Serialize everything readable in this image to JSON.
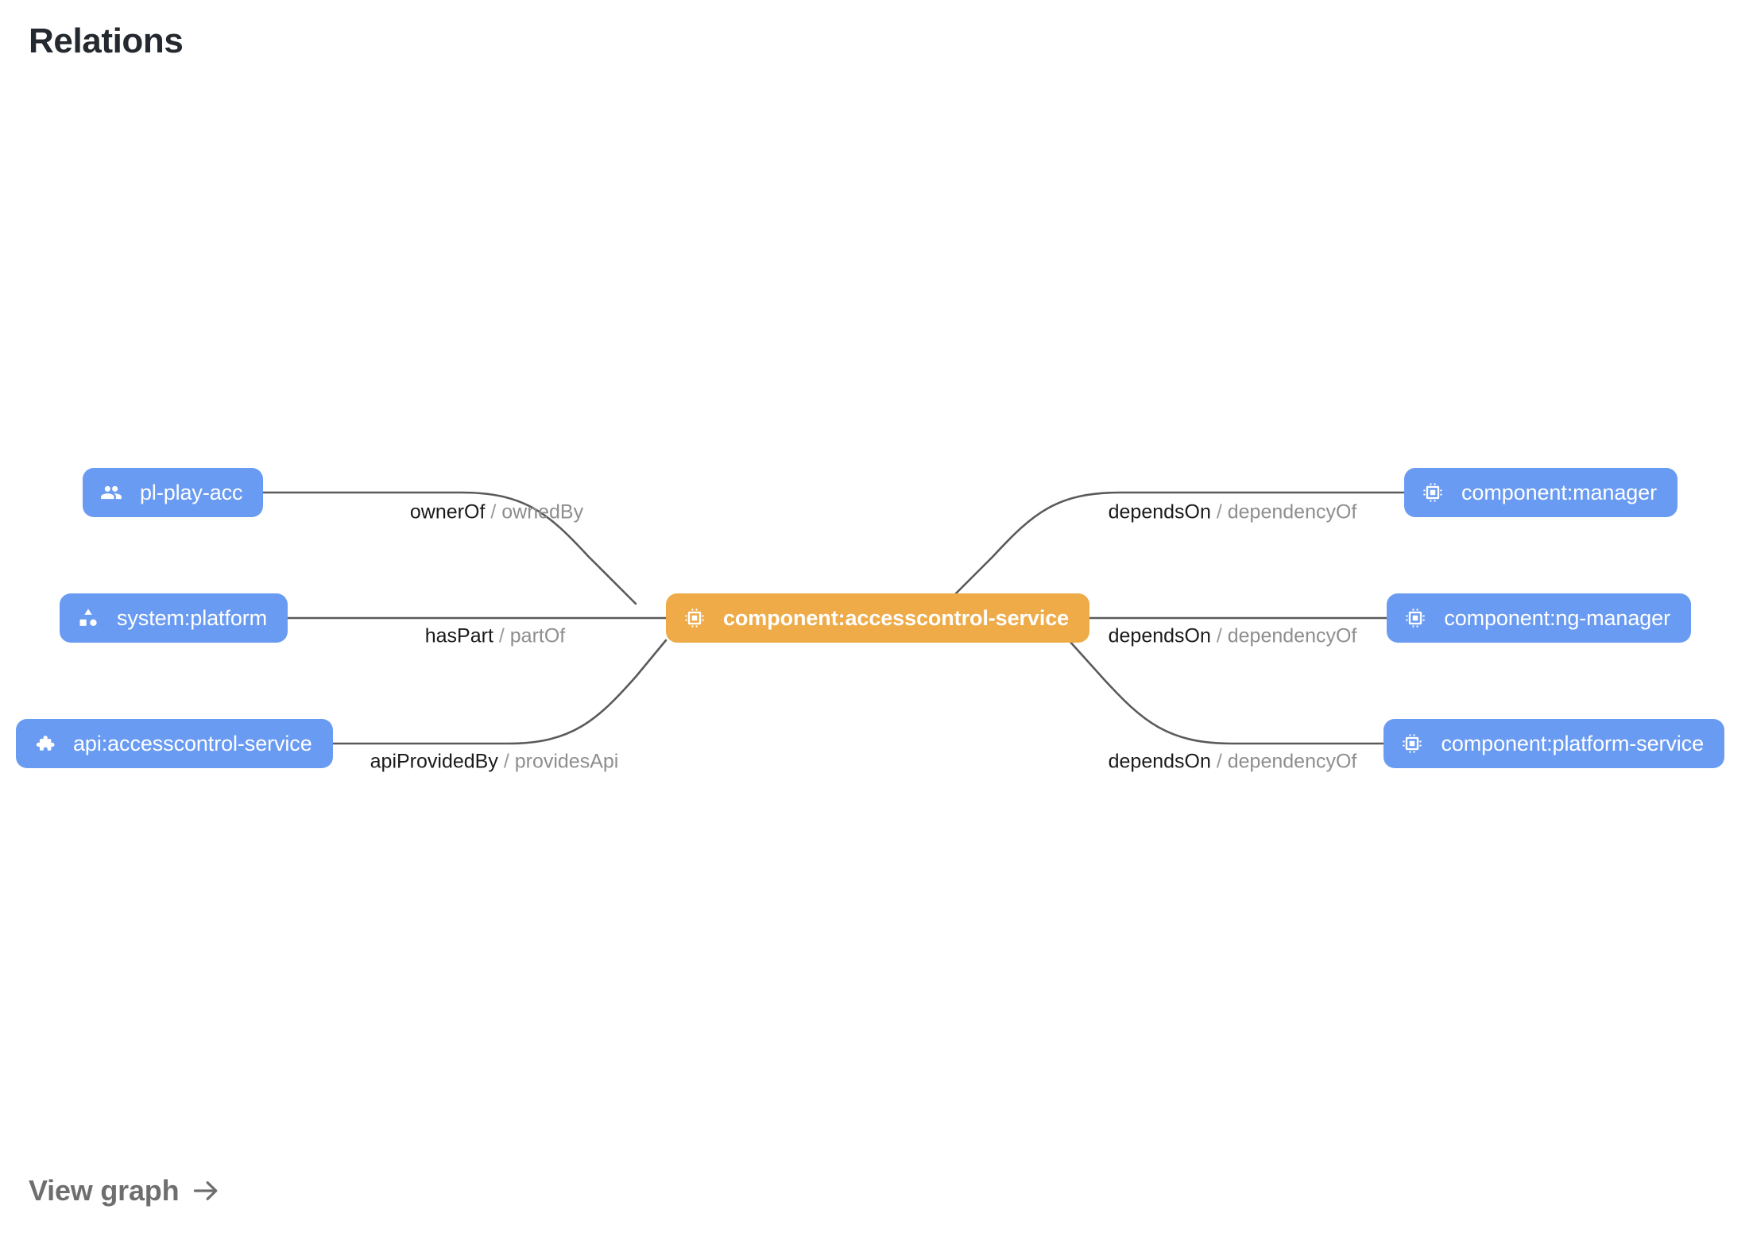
{
  "page": {
    "title": "Relations"
  },
  "graph": {
    "center_node": {
      "label": "component:accesscontrol-service",
      "icon": "memory-chip-icon",
      "kind": "component",
      "color": "#eeab48"
    },
    "left_nodes": [
      {
        "label": "pl-play-acc",
        "icon": "group-icon",
        "kind": "group",
        "color": "#6a9bf2"
      },
      {
        "label": "system:platform",
        "icon": "category-icon",
        "kind": "system",
        "color": "#6a9bf2"
      },
      {
        "label": "api:accesscontrol-service",
        "icon": "puzzle-icon",
        "kind": "api",
        "color": "#6a9bf2"
      }
    ],
    "right_nodes": [
      {
        "label": "component:manager",
        "icon": "memory-chip-icon",
        "kind": "component",
        "color": "#6a9bf2"
      },
      {
        "label": "component:ng-manager",
        "icon": "memory-chip-icon",
        "kind": "component",
        "color": "#6a9bf2"
      },
      {
        "label": "component:platform-service",
        "icon": "memory-chip-icon",
        "kind": "component",
        "color": "#6a9bf2"
      }
    ],
    "edges": [
      {
        "forward": "ownerOf",
        "separator": " / ",
        "reverse": "ownedBy",
        "from": "pl-play-acc",
        "to": "component:accesscontrol-service"
      },
      {
        "forward": "hasPart",
        "separator": " / ",
        "reverse": "partOf",
        "from": "system:platform",
        "to": "component:accesscontrol-service"
      },
      {
        "forward": "apiProvidedBy",
        "separator": " / ",
        "reverse": "providesApi",
        "from": "api:accesscontrol-service",
        "to": "component:accesscontrol-service"
      },
      {
        "forward": "dependsOn",
        "separator": " / ",
        "reverse": "dependencyOf",
        "from": "component:accesscontrol-service",
        "to": "component:manager"
      },
      {
        "forward": "dependsOn",
        "separator": " / ",
        "reverse": "dependencyOf",
        "from": "component:accesscontrol-service",
        "to": "component:ng-manager"
      },
      {
        "forward": "dependsOn",
        "separator": " / ",
        "reverse": "dependencyOf",
        "from": "component:accesscontrol-service",
        "to": "component:platform-service"
      }
    ],
    "edge_color": "#5a5a5a"
  },
  "footer": {
    "view_graph_label": "View graph",
    "arrow_glyph": "→"
  }
}
